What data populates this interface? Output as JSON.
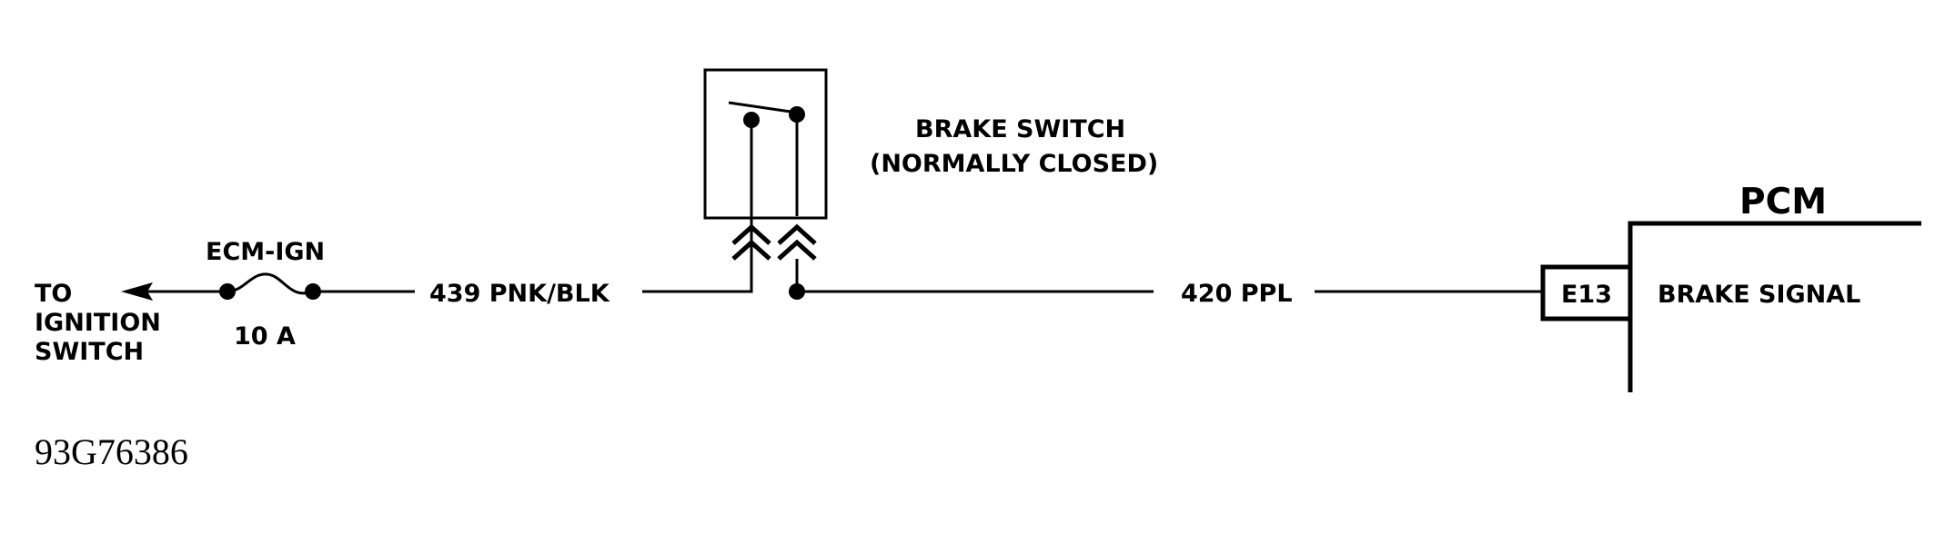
{
  "diagram": {
    "source_label": [
      "TO",
      "IGNITION",
      "SWITCH"
    ],
    "fuse": {
      "name": "ECM-IGN",
      "rating": "10 A"
    },
    "wire_feed": "439 PNK/BLK",
    "switch": {
      "title": "BRAKE SWITCH",
      "subtitle": "(NORMALLY CLOSED)"
    },
    "wire_signal": "420 PPL",
    "module": {
      "name": "PCM",
      "pin": "E13",
      "signal": "BRAKE SIGNAL"
    },
    "figure_id": "93G76386"
  }
}
